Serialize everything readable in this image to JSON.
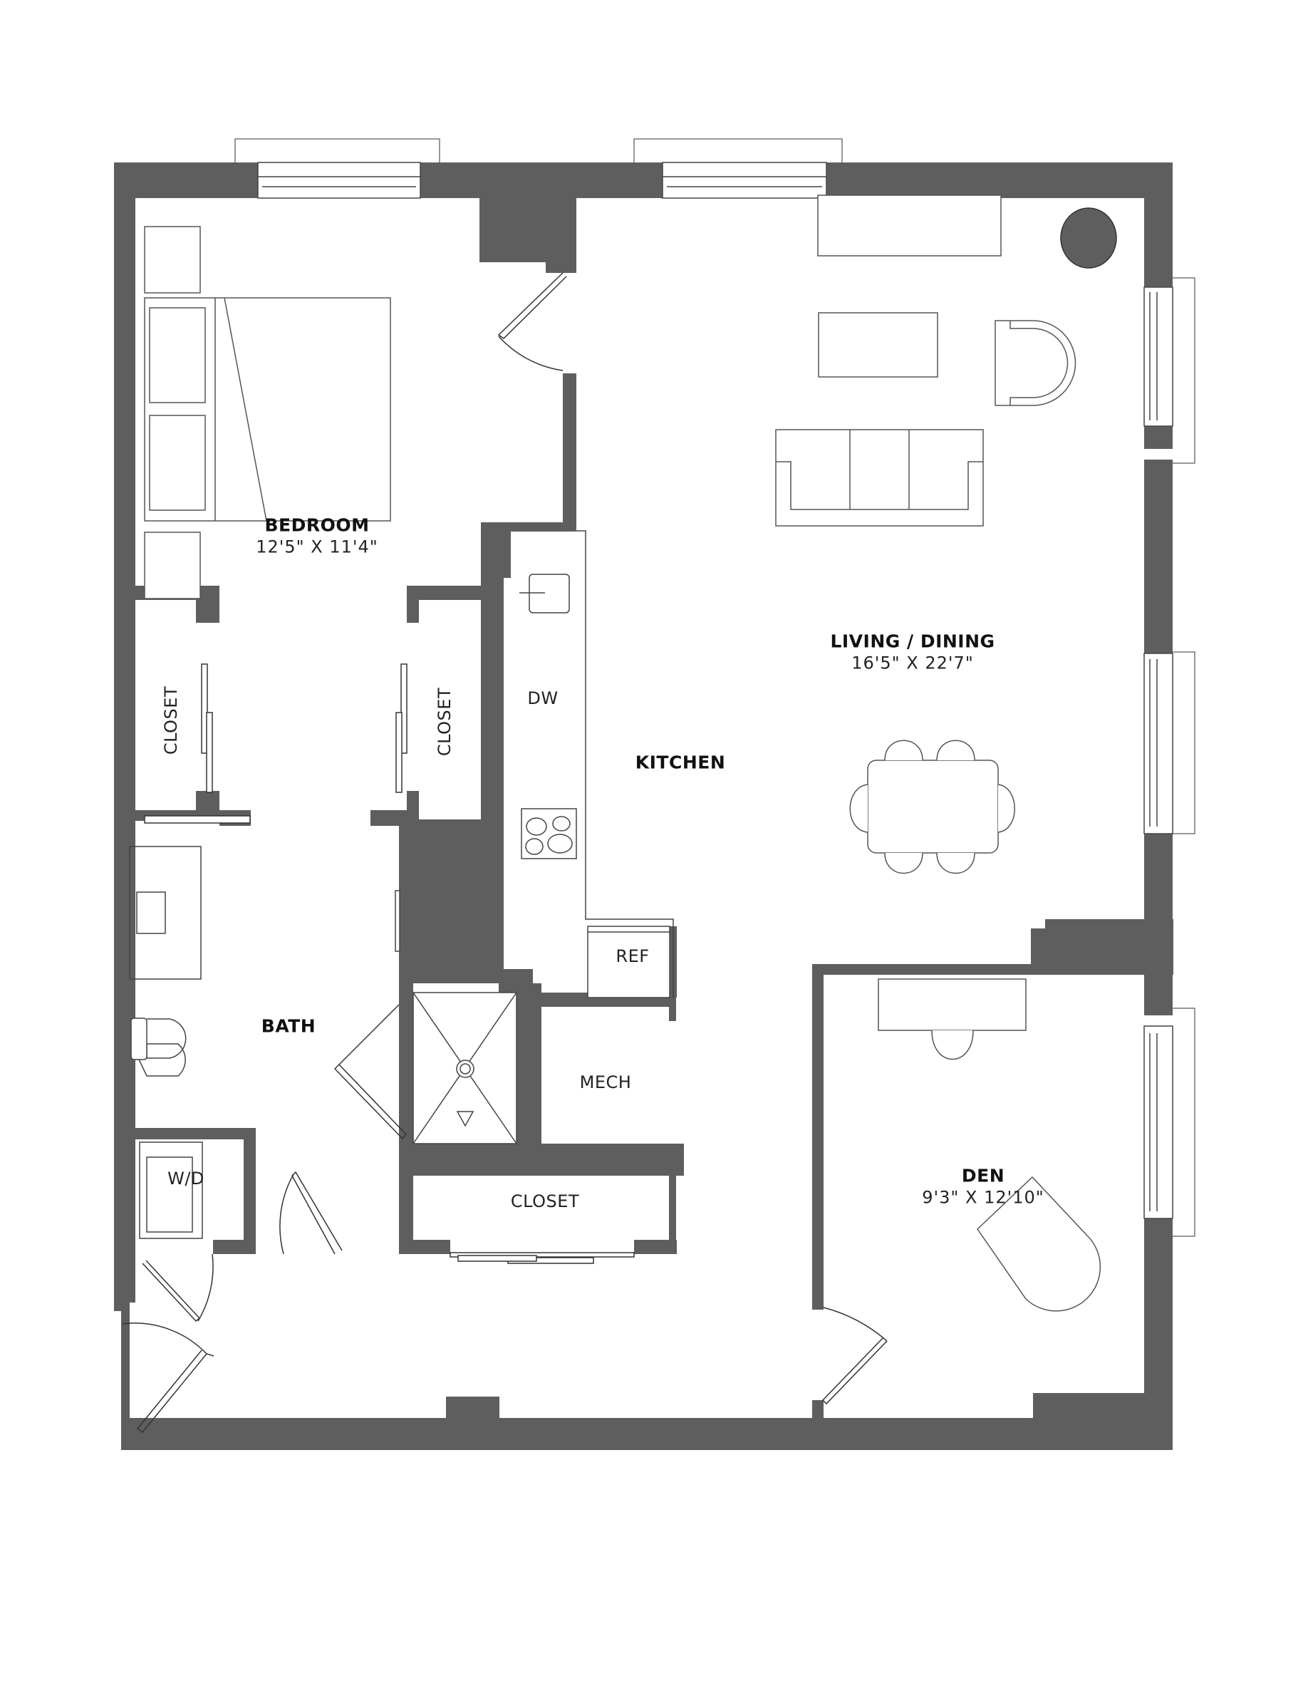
{
  "rooms": {
    "bedroom": {
      "name": "BEDROOM",
      "dimensions": "12'5\" X 11'4\""
    },
    "living_dining": {
      "name": "LIVING / DINING",
      "dimensions": "16'5\" X 22'7\""
    },
    "kitchen": {
      "name": "KITCHEN"
    },
    "bath": {
      "name": "BATH"
    },
    "den": {
      "name": "DEN",
      "dimensions": "9'3\" X 12'10\""
    }
  },
  "fixtures": {
    "closet_left": "CLOSET",
    "closet_right": "CLOSET",
    "closet_hall": "CLOSET",
    "dishwasher": "DW",
    "refrigerator": "REF",
    "mechanical": "MECH",
    "washer_dryer": "W/D"
  },
  "colors": {
    "wall": "#5e5e5e",
    "background": "#ffffff",
    "line": "#333333"
  }
}
